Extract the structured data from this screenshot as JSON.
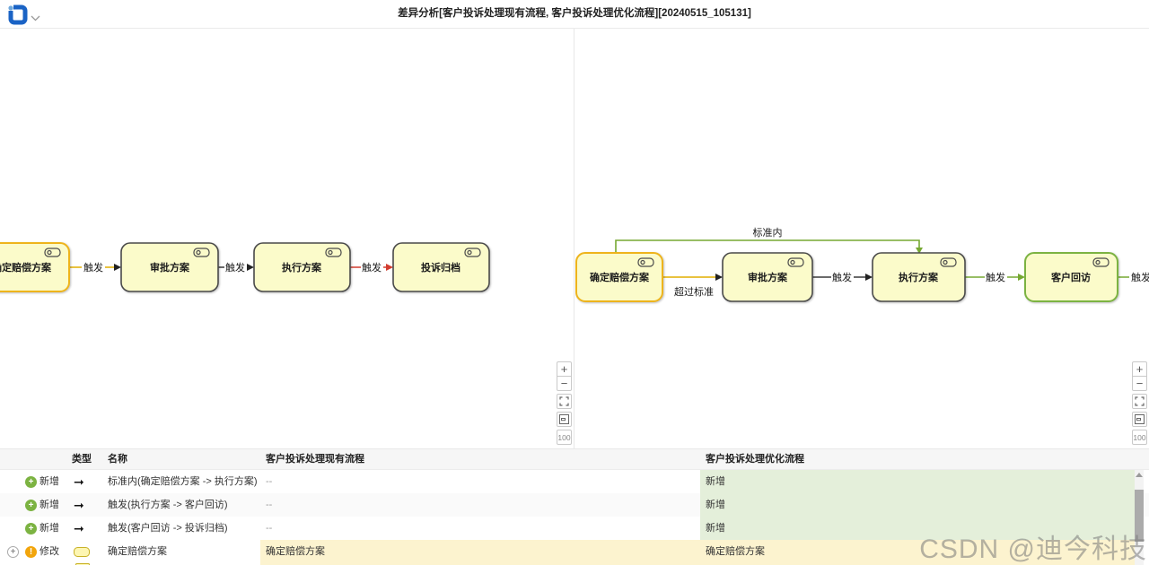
{
  "header": {
    "title": "差异分析[客户投诉处理现有流程, 客户投诉处理优化流程][20240515_105131]"
  },
  "zoom_controls": {
    "zoom_in": "+",
    "zoom_out": "−",
    "zoom_level": "100"
  },
  "left_diagram": {
    "nodes": [
      {
        "label": "确定赔偿方案",
        "state": "modified"
      },
      {
        "label": "审批方案",
        "state": "normal"
      },
      {
        "label": "执行方案",
        "state": "normal"
      },
      {
        "label": "投诉归档",
        "state": "normal"
      }
    ],
    "edges": [
      {
        "label": "触发",
        "state": "modified"
      },
      {
        "label": "触发",
        "state": "normal"
      },
      {
        "label": "触发",
        "state": "removed"
      }
    ]
  },
  "right_diagram": {
    "nodes": [
      {
        "label": "确定赔偿方案",
        "state": "modified"
      },
      {
        "label": "审批方案",
        "state": "normal"
      },
      {
        "label": "执行方案",
        "state": "normal"
      },
      {
        "label": "客户回访",
        "state": "added"
      }
    ],
    "edges": [
      {
        "label": "超过标准",
        "state": "modified"
      },
      {
        "label": "触发",
        "state": "normal"
      },
      {
        "label": "触发",
        "state": "added"
      },
      {
        "label": "触发",
        "state": "added"
      },
      {
        "label": "标准内",
        "state": "added"
      }
    ]
  },
  "table": {
    "headers": {
      "type": "类型",
      "name": "名称",
      "old_process": "客户投诉处理现有流程",
      "new_process": "客户投诉处理优化流程"
    },
    "rows": [
      {
        "change": "新增",
        "type": "connection",
        "name": "标准内(确定赔偿方案 -> 执行方案)",
        "old": "--",
        "new": "新增"
      },
      {
        "change": "新增",
        "type": "connection",
        "name": "触发(执行方案 -> 客户回访)",
        "old": "--",
        "new": "新增"
      },
      {
        "change": "新增",
        "type": "connection",
        "name": "触发(客户回访 -> 投诉归档)",
        "old": "--",
        "new": "新增"
      },
      {
        "change": "修改",
        "type": "function",
        "name": "确定赔偿方案",
        "old": "确定赔偿方案",
        "new": "确定赔偿方案",
        "expander": "+"
      }
    ]
  },
  "watermark": "CSDN @迪今科技",
  "colors": {
    "added": "#76a832",
    "removed": "#d23b2e",
    "modified": "#e2ae00",
    "node_fill": "#fbfbca",
    "added_cell_bg": "#e4efda",
    "modified_cell_bg": "#fcf3cf",
    "added_icon": "#7cb342",
    "modified_icon": "#f2a50c",
    "logo_blue": "#1a63c5"
  }
}
